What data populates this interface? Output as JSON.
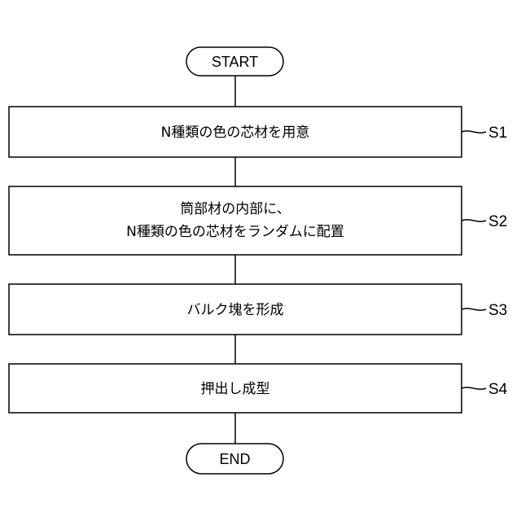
{
  "flowchart": {
    "start": "START",
    "end": "END",
    "steps": [
      {
        "id": "S1",
        "lines": [
          "N種類の色の芯材を用意"
        ]
      },
      {
        "id": "S2",
        "lines": [
          "筒部材の内部に、",
          "N種類の色の芯材をランダムに配置"
        ]
      },
      {
        "id": "S3",
        "lines": [
          "バルク塊を形成"
        ]
      },
      {
        "id": "S4",
        "lines": [
          "押出し成型"
        ]
      }
    ]
  }
}
